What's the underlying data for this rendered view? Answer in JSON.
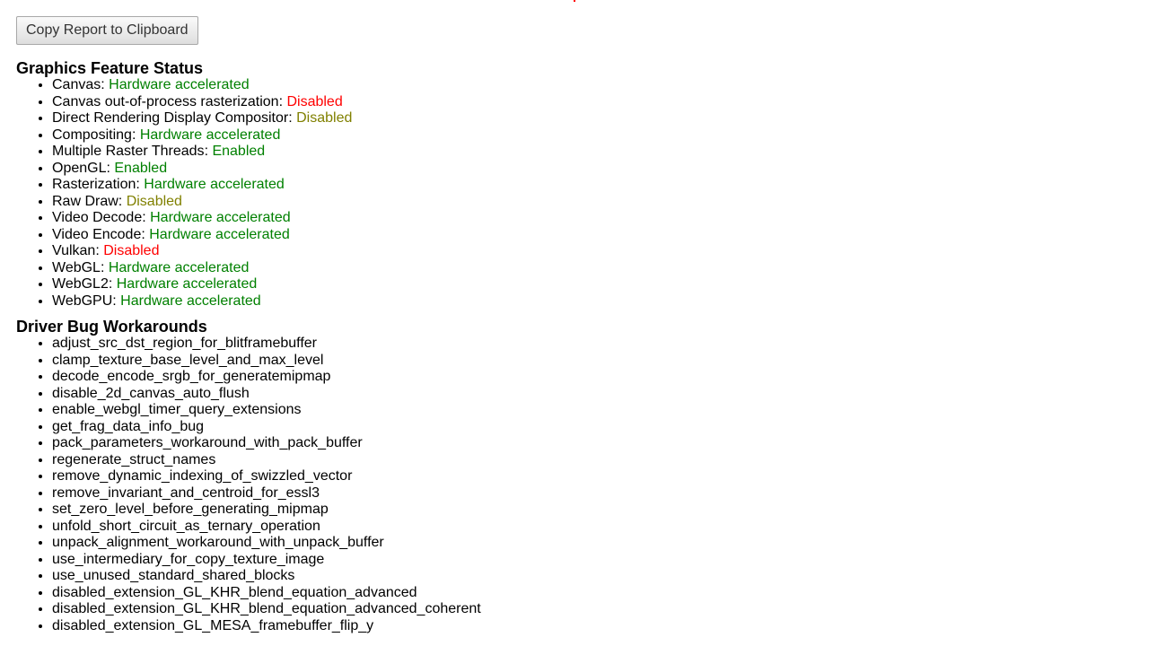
{
  "colors": {
    "accelerated": "#008000",
    "disabled_red": "#ff0000",
    "disabled_olive": "#808000"
  },
  "toolbar": {
    "copy_label": "Copy Report to Clipboard"
  },
  "feature_status": {
    "heading": "Graphics Feature Status",
    "items": [
      {
        "name": "Canvas",
        "status": "Hardware accelerated",
        "tone": "green"
      },
      {
        "name": "Canvas out-of-process rasterization",
        "status": "Disabled",
        "tone": "red"
      },
      {
        "name": "Direct Rendering Display Compositor",
        "status": "Disabled",
        "tone": "olive"
      },
      {
        "name": "Compositing",
        "status": "Hardware accelerated",
        "tone": "green"
      },
      {
        "name": "Multiple Raster Threads",
        "status": "Enabled",
        "tone": "green"
      },
      {
        "name": "OpenGL",
        "status": "Enabled",
        "tone": "green"
      },
      {
        "name": "Rasterization",
        "status": "Hardware accelerated",
        "tone": "green"
      },
      {
        "name": "Raw Draw",
        "status": "Disabled",
        "tone": "olive"
      },
      {
        "name": "Video Decode",
        "status": "Hardware accelerated",
        "tone": "green"
      },
      {
        "name": "Video Encode",
        "status": "Hardware accelerated",
        "tone": "green"
      },
      {
        "name": "Vulkan",
        "status": "Disabled",
        "tone": "red"
      },
      {
        "name": "WebGL",
        "status": "Hardware accelerated",
        "tone": "green"
      },
      {
        "name": "WebGL2",
        "status": "Hardware accelerated",
        "tone": "green"
      },
      {
        "name": "WebGPU",
        "status": "Hardware accelerated",
        "tone": "green"
      }
    ]
  },
  "workarounds": {
    "heading": "Driver Bug Workarounds",
    "items": [
      "adjust_src_dst_region_for_blitframebuffer",
      "clamp_texture_base_level_and_max_level",
      "decode_encode_srgb_for_generatemipmap",
      "disable_2d_canvas_auto_flush",
      "enable_webgl_timer_query_extensions",
      "get_frag_data_info_bug",
      "pack_parameters_workaround_with_pack_buffer",
      "regenerate_struct_names",
      "remove_dynamic_indexing_of_swizzled_vector",
      "remove_invariant_and_centroid_for_essl3",
      "set_zero_level_before_generating_mipmap",
      "unfold_short_circuit_as_ternary_operation",
      "unpack_alignment_workaround_with_unpack_buffer",
      "use_intermediary_for_copy_texture_image",
      "use_unused_standard_shared_blocks",
      "disabled_extension_GL_KHR_blend_equation_advanced",
      "disabled_extension_GL_KHR_blend_equation_advanced_coherent",
      "disabled_extension_GL_MESA_framebuffer_flip_y"
    ]
  }
}
